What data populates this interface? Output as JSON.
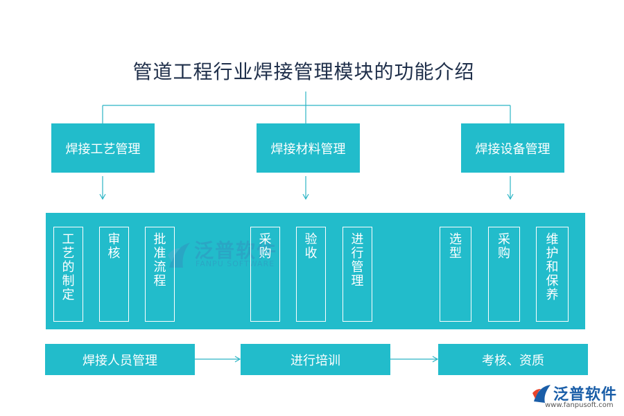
{
  "title": "管道工程行业焊接管理模块的功能介绍",
  "colors": {
    "box": "#22bccb",
    "line": "#2bb5c5",
    "title": "#1f2f4a"
  },
  "modules": [
    {
      "label": "焊接工艺管理",
      "items": [
        "工艺的制定",
        "审核",
        "批准流程"
      ]
    },
    {
      "label": "焊接材料管理",
      "items": [
        "采购",
        "验收",
        "进行管理"
      ]
    },
    {
      "label": "焊接设备管理",
      "items": [
        "选型",
        "采购",
        "维护和保养"
      ]
    }
  ],
  "flow": [
    "焊接人员管理",
    "进行培训",
    "考核、资质"
  ],
  "watermark": {
    "brand": "泛普软件",
    "sub": "FANPU SOFTWARE"
  },
  "logo": {
    "brand": "泛普软件",
    "url": "www.fanpusoft.com"
  }
}
